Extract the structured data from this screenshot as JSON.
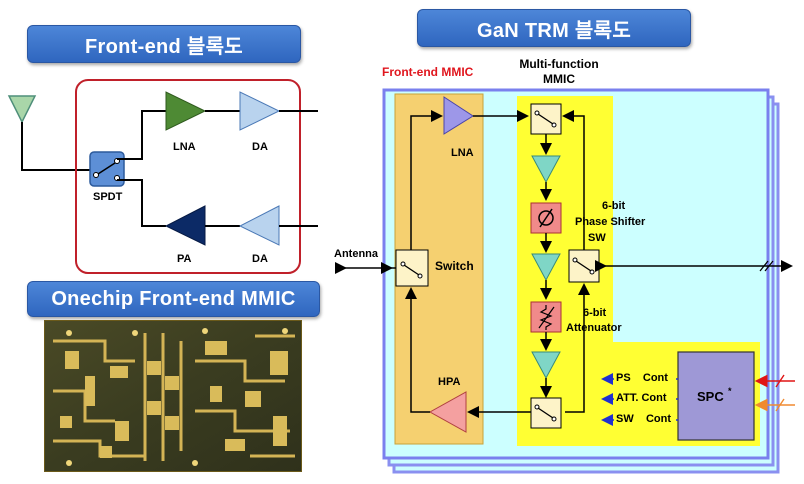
{
  "left": {
    "title": "Front-end 블록도",
    "labels": {
      "lna": "LNA",
      "da_top": "DA",
      "spdt": "SPDT",
      "pa": "PA",
      "da_bottom": "DA"
    }
  },
  "chip_section": {
    "title": "Onechip Front-end MMIC"
  },
  "right": {
    "title": "GaN TRM 블록도",
    "frontend_label": "Front-end MMIC",
    "multifunction_label_line1": "Multi-function",
    "multifunction_label_line2": "MMIC",
    "antenna": "Antenna",
    "lna": "LNA",
    "switch": "Switch",
    "hpa": "HPA",
    "phase_shifter_line1": "6-bit",
    "phase_shifter_line2": "Phase Shifter",
    "sw": "SW",
    "attenuator_line1": "6-bit",
    "attenuator_line2": "Attenuator",
    "ps_control": "PS    Cont",
    "att_control": "ATT. Cont",
    "sw_control": "SW    Cont",
    "spc": "SPC",
    "spc_sup": "*"
  },
  "colors": {
    "pill_blue": "#3a73cc",
    "lna_green": "#4e8a34",
    "amp_lightblue": "#b9d3ee",
    "pa_navy": "#0c2a66",
    "red_outline": "#c0202a",
    "frontend_fill": "#f5d070",
    "mf_yellow": "#ffff33",
    "board_cyan": "#ccffff",
    "spc_fill": "#9e98d6",
    "chip_gold": "#c9a64a"
  }
}
